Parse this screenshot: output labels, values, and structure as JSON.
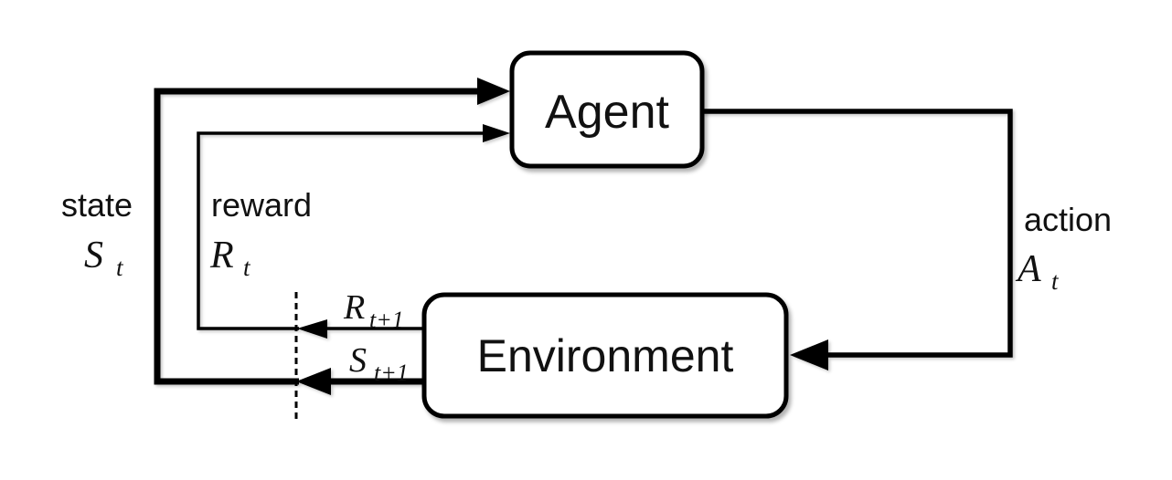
{
  "diagram": {
    "nodes": {
      "agent": "Agent",
      "environment": "Environment"
    },
    "labels": {
      "state_word": "state",
      "state_sym": "S",
      "state_sub": "t",
      "reward_word": "reward",
      "reward_sym": "R",
      "reward_sub": "t",
      "action_word": "action",
      "action_sym": "A",
      "action_sub": "t",
      "next_reward_sym": "R",
      "next_reward_sub": "t+1",
      "next_state_sym": "S",
      "next_state_sub": "t+1"
    },
    "colors": {
      "line": "#000000",
      "box_fill": "#ffffff",
      "background": "#ffffff",
      "text": "#111111"
    }
  }
}
